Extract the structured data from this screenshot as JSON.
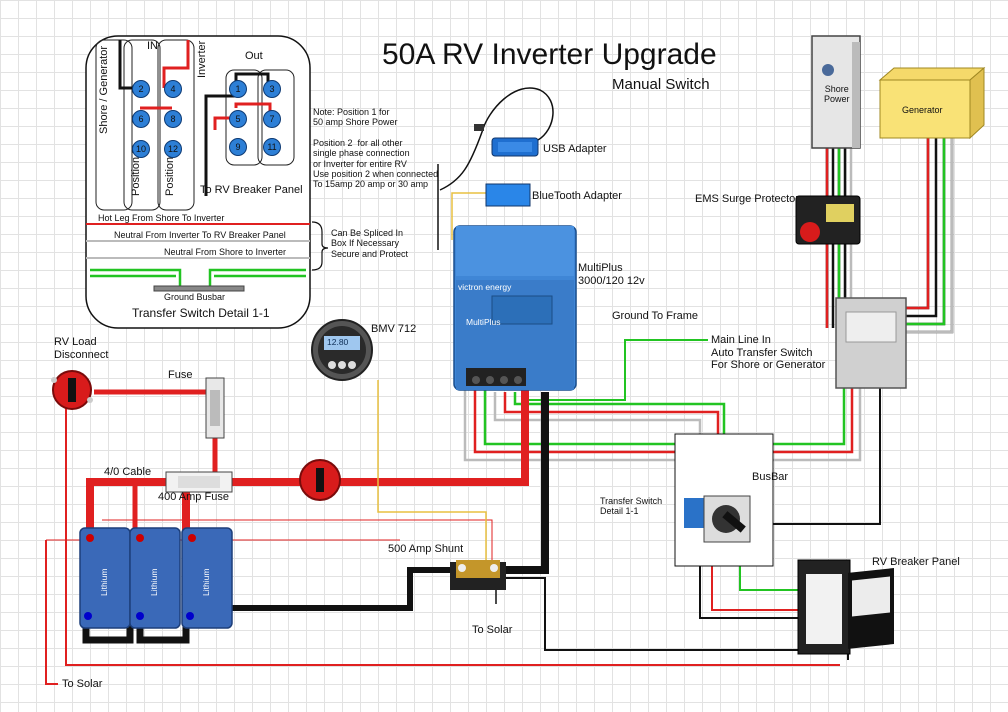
{
  "title": "50A RV Inverter Upgrade",
  "subtitle": "Manual Switch",
  "detail": {
    "in_label": "IN",
    "out_label": "Out",
    "shore_gen_label": "Shore / Generator",
    "inverter_label": "Inverter",
    "position1_label": "Position 1",
    "position2_label": "Position 2",
    "terminals": [
      "2",
      "4",
      "6",
      "8",
      "10",
      "12",
      "1",
      "3",
      "5",
      "7",
      "9",
      "11"
    ],
    "to_breaker_label": "To RV Breaker Panel",
    "note": "Note: Position 1 for\n50 amp Shore Power\n\nPosition 2  for all other\nsingle phase connection\nor Inverter for entire RV\nUse position 2 when connected\nTo 15amp 20 amp or 30 amp",
    "hot_leg": "Hot Leg From Shore To Inverter",
    "neutral_breaker": "Neutral From Inverter To RV Breaker Panel",
    "neutral_shore": "Neutral From Shore to Inverter",
    "splice_note": "Can Be Spliced In\nBox If Necessary\nSecure and Protect",
    "ground_busbar": "Ground Busbar",
    "caption": "Transfer Switch Detail 1-1"
  },
  "labels": {
    "usb_adapter": "USB Adapter",
    "bluetooth_adapter": "BlueTooth Adapter",
    "multiplus": "MultiPlus\n3000/120 12v",
    "ground_frame": "Ground To Frame",
    "bmv": "BMV 712",
    "bmv_display": "12.80",
    "rv_load": "RV Load\nDisconnect",
    "fuse": "Fuse",
    "cable": "4/0 Cable",
    "fuse400": "400 Amp Fuse",
    "shunt": "500 Amp Shunt",
    "to_solar_center": "To Solar",
    "to_solar_left": "To Solar",
    "shore_power": "Shore\nPower",
    "generator": "Generator",
    "ems": "EMS Surge Protector",
    "ats": "Main Line In\nAuto Transfer Switch\nFor Shore or Generator",
    "busbar": "BusBar",
    "transfer_switch": "Transfer Switch\nDetail 1-1",
    "rv_breaker": "RV Breaker Panel",
    "battery_brand": "Lithium",
    "multiplus_brand": "victron energy",
    "multiplus_model": "MultiPlus"
  },
  "colors": {
    "hot": "#e02020",
    "neutral": "#c8c8c8",
    "ground": "#22c422",
    "dc_negative": "#111111",
    "signal": "#e8c040",
    "accent_blue": "#2a72c8"
  }
}
